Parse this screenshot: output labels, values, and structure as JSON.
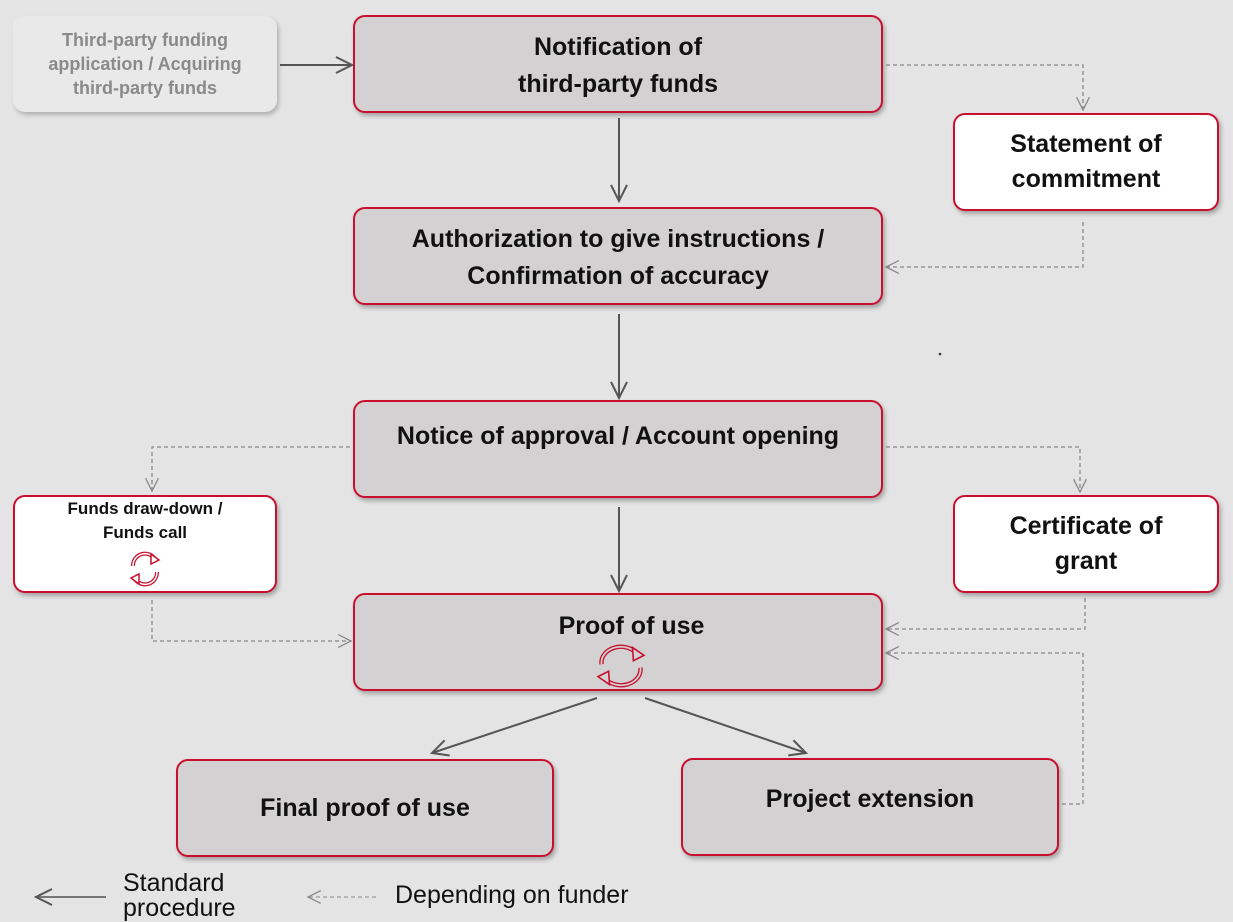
{
  "nodes": {
    "start": "Third-party funding\napplication / Acquiring\nthird-party funds",
    "notification": "Notification of\nthird-party funds",
    "commitment": "Statement of\ncommitment",
    "authorization": "Authorization to give instructions /\nConfirmation of accuracy",
    "approval": "Notice of approval / Account opening",
    "drawdown": "Funds draw-down /\nFunds call",
    "certificate": "Certificate of\ngrant",
    "proof": "Proof of use",
    "final_proof": "Final proof of use",
    "extension": "Project extension"
  },
  "icons": {
    "cycle": "refresh-cycle-icon",
    "arrow_standard": "solid-arrow",
    "arrow_dependent": "dashed-arrow"
  },
  "legend": {
    "standard": "Standard\nprocedure",
    "depending": "Depending on funder"
  },
  "colors": {
    "accent": "#c8102e",
    "box_fill": "#d3d1d2",
    "background": "#e4e4e4"
  }
}
